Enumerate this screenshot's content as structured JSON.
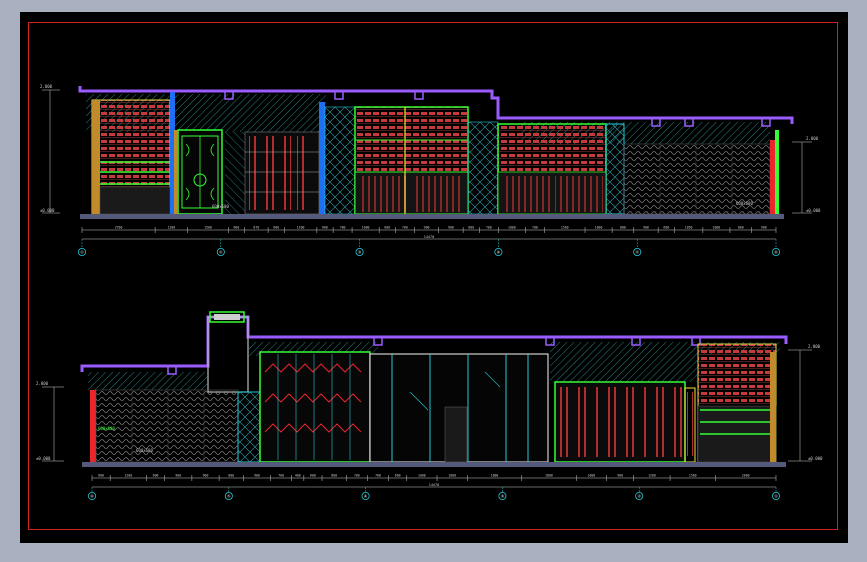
{
  "colors": {
    "background": "#a9b0bf",
    "sheet": "#000000",
    "border": "#d02020",
    "outline": "#9b5cff",
    "accent_green": "#33ff33",
    "accent_cyan": "#25c9d6",
    "accent_red": "#e8262b",
    "accent_yellow": "#f3e23a",
    "wall_hatch": "#2a8f8f"
  },
  "elevation_top": {
    "levels": {
      "left": [
        "±0.000",
        "2.800"
      ],
      "right": [
        "±0.000",
        "2.800"
      ]
    },
    "tag": "600x600",
    "axes": [
      "①",
      "②",
      "③",
      "④",
      "⑤",
      "⑥"
    ],
    "dims": [
      "2700",
      "1200",
      "1500",
      "600",
      "870",
      "600",
      "1200",
      "600",
      "700",
      "1000",
      "600",
      "700",
      "900",
      "900",
      "600",
      "700",
      "1000",
      "700",
      "1500",
      "1000",
      "800",
      "900",
      "600",
      "1050",
      "1000",
      "800",
      "900"
    ],
    "total": "14470"
  },
  "elevation_bottom": {
    "levels": {
      "left": [
        "±0.000",
        "2.800"
      ],
      "right": [
        "±0.000",
        "2.800"
      ]
    },
    "tag": "600x600",
    "axes": [
      "⑥",
      "⑤",
      "④",
      "③",
      "②",
      "①"
    ],
    "dims": [
      "600",
      "1200",
      "600",
      "900",
      "900",
      "800",
      "900",
      "700",
      "400",
      "600",
      "800",
      "700",
      "700",
      "600",
      "1000",
      "1000",
      "1800",
      "1800",
      "1000",
      "900",
      "1200",
      "1500",
      "2000"
    ],
    "total": "14470"
  }
}
